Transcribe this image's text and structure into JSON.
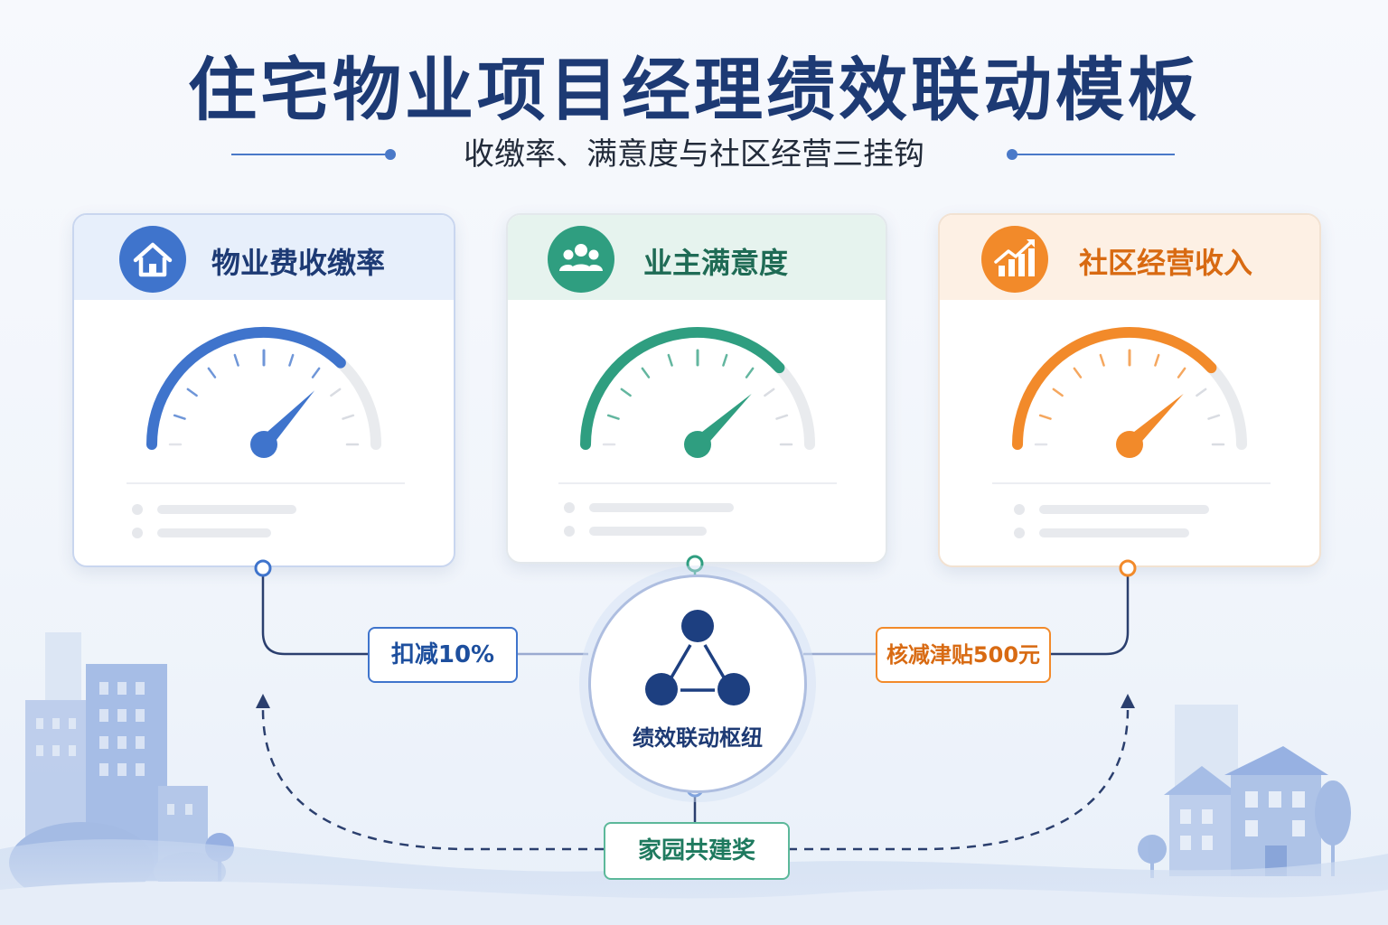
{
  "title": "住宅物业项目经理绩效联动模板",
  "subtitle": "收缴率、满意度与社区经营三挂钩",
  "colors": {
    "title": "#1d3a74",
    "blue": "#3f74cc",
    "green": "#2f9e80",
    "orange": "#f28a2a",
    "navy": "#1d3f80"
  },
  "cards": [
    {
      "label": "物业费收缴率",
      "icon": "house-icon",
      "color": "#3f74cc",
      "gauge_level": 0.74
    },
    {
      "label": "业主满意度",
      "icon": "people-icon",
      "color": "#2f9e80",
      "gauge_level": 0.76
    },
    {
      "label": "社区经营收入",
      "icon": "bar-chart-growth-icon",
      "color": "#f28a2a",
      "gauge_level": 0.76
    }
  ],
  "hub": {
    "label": "绩效联动枢纽",
    "icon": "network-nodes-icon"
  },
  "tags": {
    "deduct": "扣减10%",
    "subsidy": "核减津贴500元",
    "award": "家园共建奖"
  }
}
